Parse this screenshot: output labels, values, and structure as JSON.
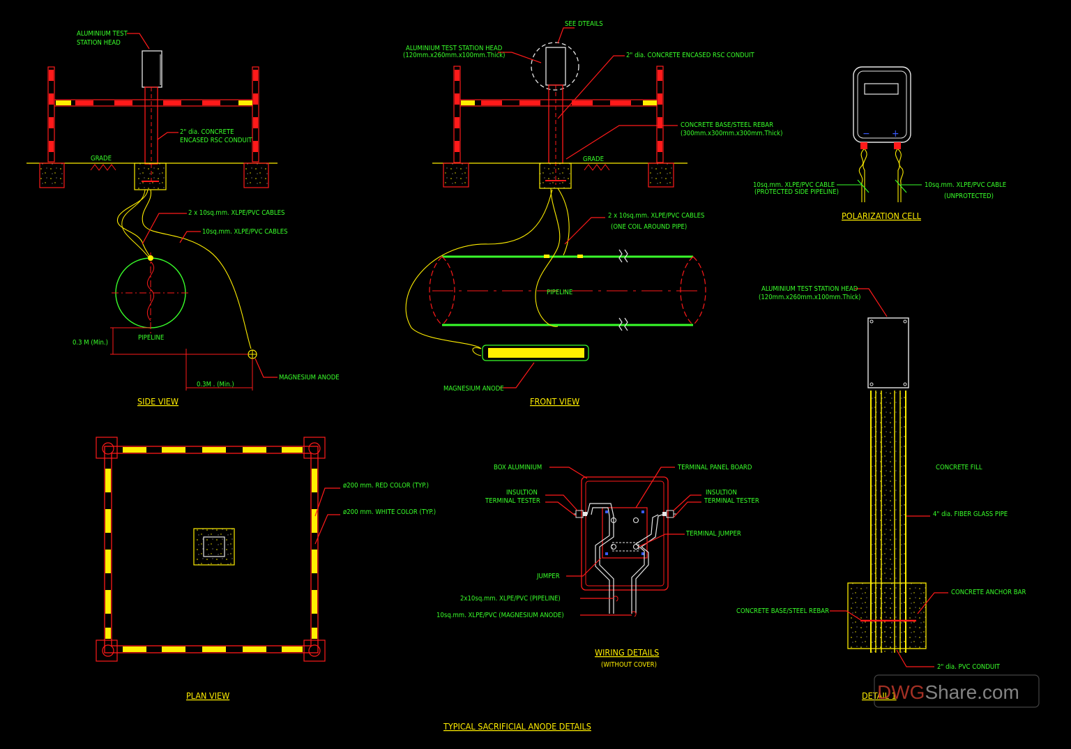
{
  "colors": {
    "background": "#000000",
    "label_green": "#39ff2a",
    "title_yellow": "#ffee00",
    "line_red": "#ff1a1a",
    "line_white": "#e8e8e8"
  },
  "side_view": {
    "title": "SIDE VIEW",
    "test_head": [
      "ALUMINIUM TEST",
      "STATION HEAD"
    ],
    "conduit": [
      "2\" dia. CONCRETE",
      "ENCASED RSC CONDUIT"
    ],
    "grade": "GRADE",
    "cables_2x": "2 x 10sq.mm. XLPE/PVC CABLES",
    "cables_1x": "10sq.mm. XLPE/PVC CABLES",
    "pipeline": "PIPELINE",
    "depth": "0.3 M (Min.)",
    "offset": "0.3M . (Min.)",
    "anode": "MAGNESIUM ANODE"
  },
  "front_view": {
    "title": "FRONT VIEW",
    "see_details": "SEE DTEAILS",
    "test_head": [
      "ALUMINIUM TEST STATION HEAD",
      "(120mm.x260mm.x100mm.Thick)"
    ],
    "conduit": "2\" dia. CONCRETE ENCASED RSC CONDUIT",
    "base": [
      "CONCRETE BASE/STEEL REBAR",
      "(300mm.x300mm.x300mm.Thick)"
    ],
    "grade": "GRADE",
    "cables": [
      "2 x 10sq.mm. XLPE/PVC CABLES",
      "(ONE COIL AROUND PIPE)"
    ],
    "pipeline": "PIPELINE",
    "anode": "MAGNESIUM ANODE"
  },
  "polarization_cell": {
    "title": "POLARIZATION CELL",
    "left_cable": [
      "10sq.mm. XLPE/PVC CABLE",
      "(PROTECTED SIDE PIPELINE)"
    ],
    "right_cable": [
      "10sq.mm. XLPE/PVC CABLE",
      "(UNPROTECTED)"
    ],
    "minus": "−",
    "plus": "+"
  },
  "plan_view": {
    "title": "PLAN VIEW",
    "red_color": "ø200 mm.  RED COLOR (TYP.)",
    "white_color": "ø200 mm.  WHITE COLOR (TYP.)"
  },
  "wiring_details": {
    "title": "WIRING DETAILS",
    "subtitle": "(WITHOUT COVER)",
    "box": "BOX ALUMINIUM",
    "panel": "TERMINAL PANEL BOARD",
    "insulation_left": [
      "INSULTION",
      "TERMINAL TESTER"
    ],
    "insulation_right": [
      "INSULTION",
      "TERMINAL TESTER"
    ],
    "terminal_jumper": "TERMINAL JUMPER",
    "jumper": "JUMPER",
    "cable_pipeline": "2x10sq.mm. XLPE/PVC (PIPELINE)",
    "cable_anode": "10sq.mm. XLPE/PVC (MAGNESIUM ANODE)"
  },
  "detail_1": {
    "title": "DETAIL 1",
    "test_head": [
      "ALUMINIUM TEST STATION HEAD",
      "(120mm.x260mm.x100mm.Thick)"
    ],
    "concrete_fill": "CONCRETE FILL",
    "fiber_pipe": "4\" dia. FIBER GLASS PIPE",
    "anchor_bar": "CONCRETE ANCHOR BAR",
    "base": "CONCRETE BASE/STEEL REBAR",
    "pvc_conduit": "2\" dia. PVC CONDUIT"
  },
  "sheet_title": "TYPICAL SACRIFICIAL ANODE DETAILS",
  "watermark": {
    "part1": "DWG",
    "part2": "Share",
    "part3": ".com"
  }
}
